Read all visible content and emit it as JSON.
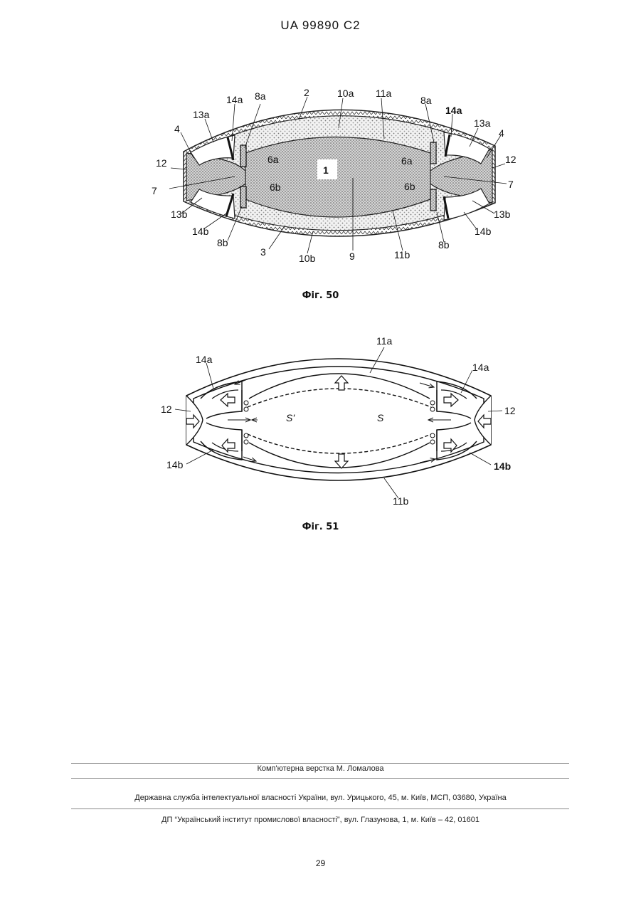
{
  "header": {
    "patent_id": "UA   99890   C2"
  },
  "figure50": {
    "caption": "Фіг. 50",
    "labels": {
      "l2": "2",
      "l10a": "10a",
      "l11a": "11a",
      "l14a_left": "14a",
      "l8a_left": "8a",
      "l13a_left": "13a",
      "l4_left": "4",
      "l12_left": "12",
      "l7_left": "7",
      "l6a_left": "6a",
      "l6b_left": "6b",
      "l13b_left": "13b",
      "l14b_left": "14b",
      "l8b_left": "8b",
      "l1": "1",
      "l3": "3",
      "l10b": "10b",
      "l9": "9",
      "l11b": "11b",
      "l8a_right": "8a",
      "l14a_right": "14a",
      "l13a_right": "13a",
      "l4_right": "4",
      "l12_right": "12",
      "l6a_right": "6a",
      "l7_right": "7",
      "l6b_right": "6b",
      "l13b_right": "13b",
      "l8b_right": "8b",
      "l14b_right": "14b"
    }
  },
  "figure51": {
    "caption": "Фіг. 51",
    "labels": {
      "l11a": "11a",
      "l14a_left": "14a",
      "l14a_right": "14a",
      "l12_left": "12",
      "l12_right": "12",
      "lS_prime": "S'",
      "lS": "S",
      "l14b_left": "14b",
      "l14b_right": "14b",
      "l11b": "11b"
    }
  },
  "footer": {
    "layout_credit": "Комп'ютерна верстка М. Ломалова",
    "agency": "Державна служба інтелектуальної власності України, вул. Урицького, 45, м. Київ, МСП, 03680, Україна",
    "institute": "ДП “Український інститут промислової власності”, вул. Глазунова, 1, м. Київ – 42, 01601"
  },
  "page_number": "29"
}
